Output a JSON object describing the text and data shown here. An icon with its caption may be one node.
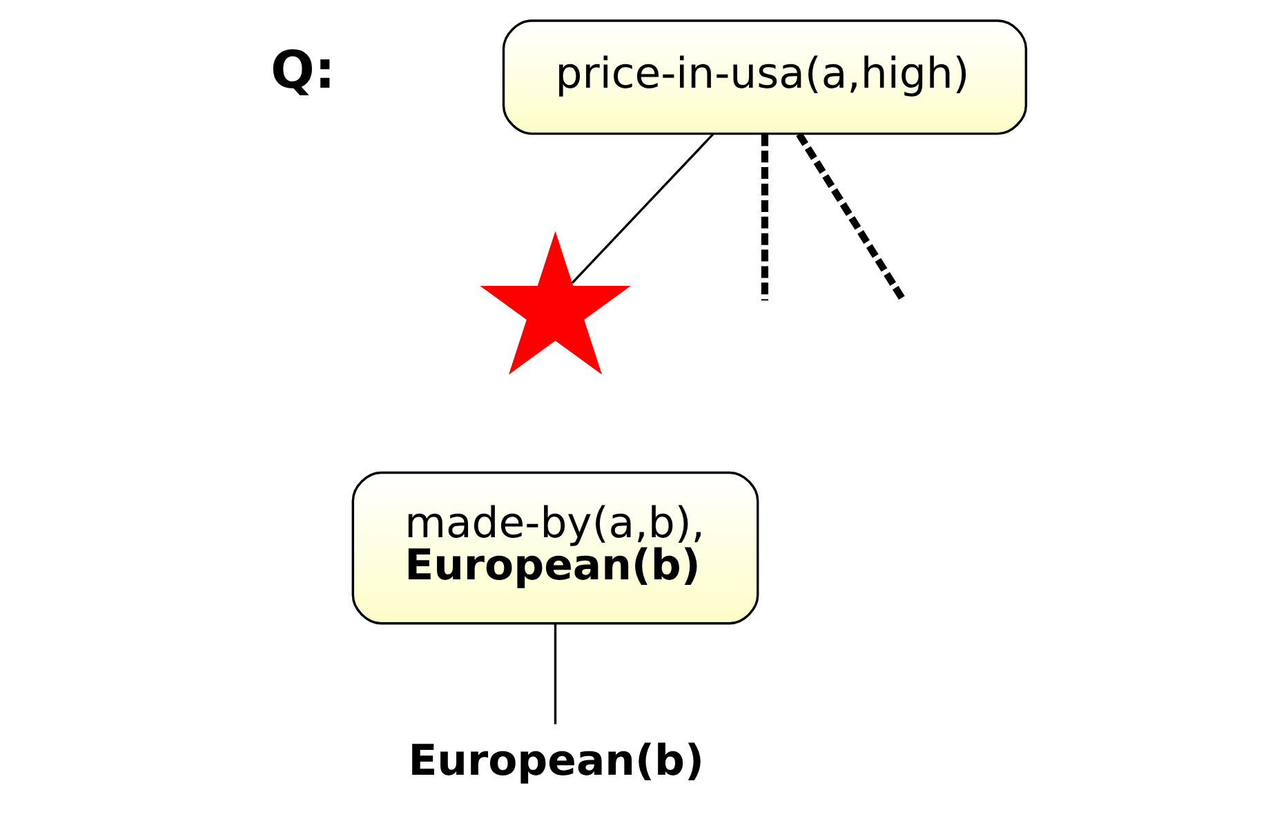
{
  "diagram": {
    "nodes": [
      {
        "text": [
          "price-in-usa(a,high)"
        ],
        "beside": [
          "Q:"
        ]
      },
      {
        "text": [
          "made-by(a,b),",
          "European(b)"
        ]
      },
      {
        "text": [],
        "shape": "star"
      },
      {
        "text": [
          "European(b)"
        ]
      }
    ],
    "edges": [
      {
        "from": 0,
        "to": 2,
        "arrow": "none"
      },
      {
        "from": 0,
        "to": null,
        "arrow": "none",
        "style": "dashed"
      },
      {
        "from": 0,
        "to": null,
        "arrow": "none",
        "style": "dashed"
      },
      {
        "from": 1,
        "to": 3,
        "arrow": "none"
      }
    ]
  }
}
